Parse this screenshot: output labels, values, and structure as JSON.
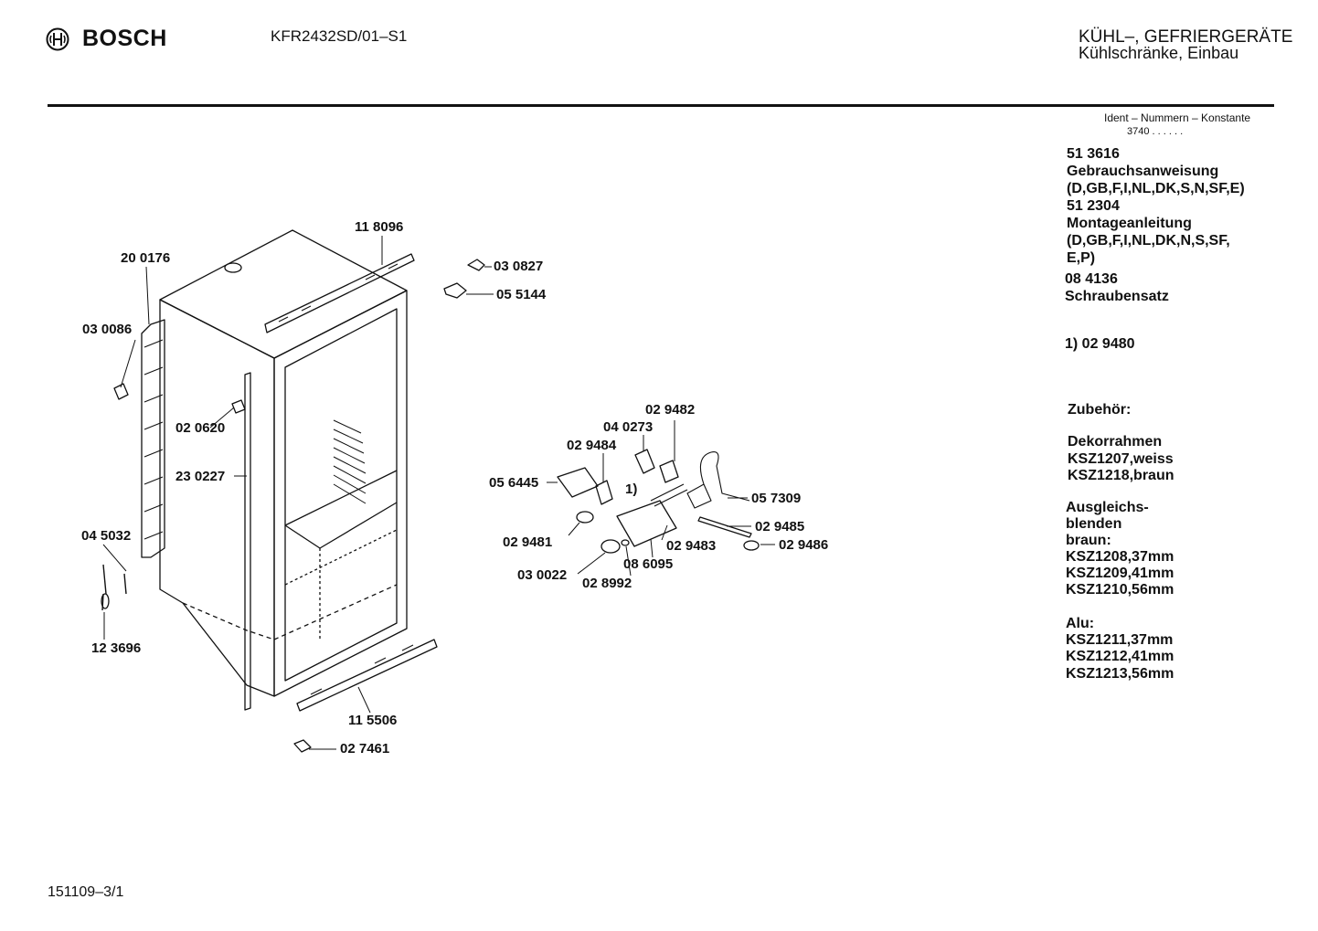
{
  "header": {
    "brand": "BOSCH",
    "model": "KFR2432SD/01–S1",
    "category_line1": "KÜHL–, GEFRIERGERÄTE",
    "category_line2": "Kühlschränke, Einbau"
  },
  "ident": {
    "label": "Ident – Nummern – Konstante",
    "value": "3740 . . . . . ."
  },
  "right_column": [
    "51 3616",
    "Gebrauchsanweisung",
    "(D,GB,F,I,NL,DK,S,N,SF,E)",
    "51 2304",
    "Montageanleitung",
    "(D,GB,F,I,NL,DK,N,S,SF,",
    "E,P)",
    "08 4136",
    "Schraubensatz",
    "1)  02 9480",
    "Zubehör:",
    "Dekorrahmen",
    "KSZ1207,weiss",
    "KSZ1218,braun",
    "Ausgleichs-",
    "blenden",
    "braun:",
    "KSZ1208,37mm",
    "KSZ1209,41mm",
    "KSZ1210,56mm",
    "Alu:",
    "KSZ1211,37mm",
    "KSZ1212,41mm",
    "KSZ1213,56mm"
  ],
  "part_labels": [
    "11 8096",
    "20 0176",
    "03 0086",
    "02 0620",
    "23 0227",
    "04 5032",
    "12 3696",
    "11 5506",
    "02 7461",
    "03 0827",
    "05 5144",
    "02 9482",
    "04 0273",
    "02 9484",
    "05 6445",
    "1)",
    "05 7309",
    "02 9485",
    "02 9481",
    "02 9483",
    "02 9486",
    "03 0022",
    "08 6095",
    "02 8992"
  ],
  "footer": {
    "sheet": "151109–3/1"
  }
}
